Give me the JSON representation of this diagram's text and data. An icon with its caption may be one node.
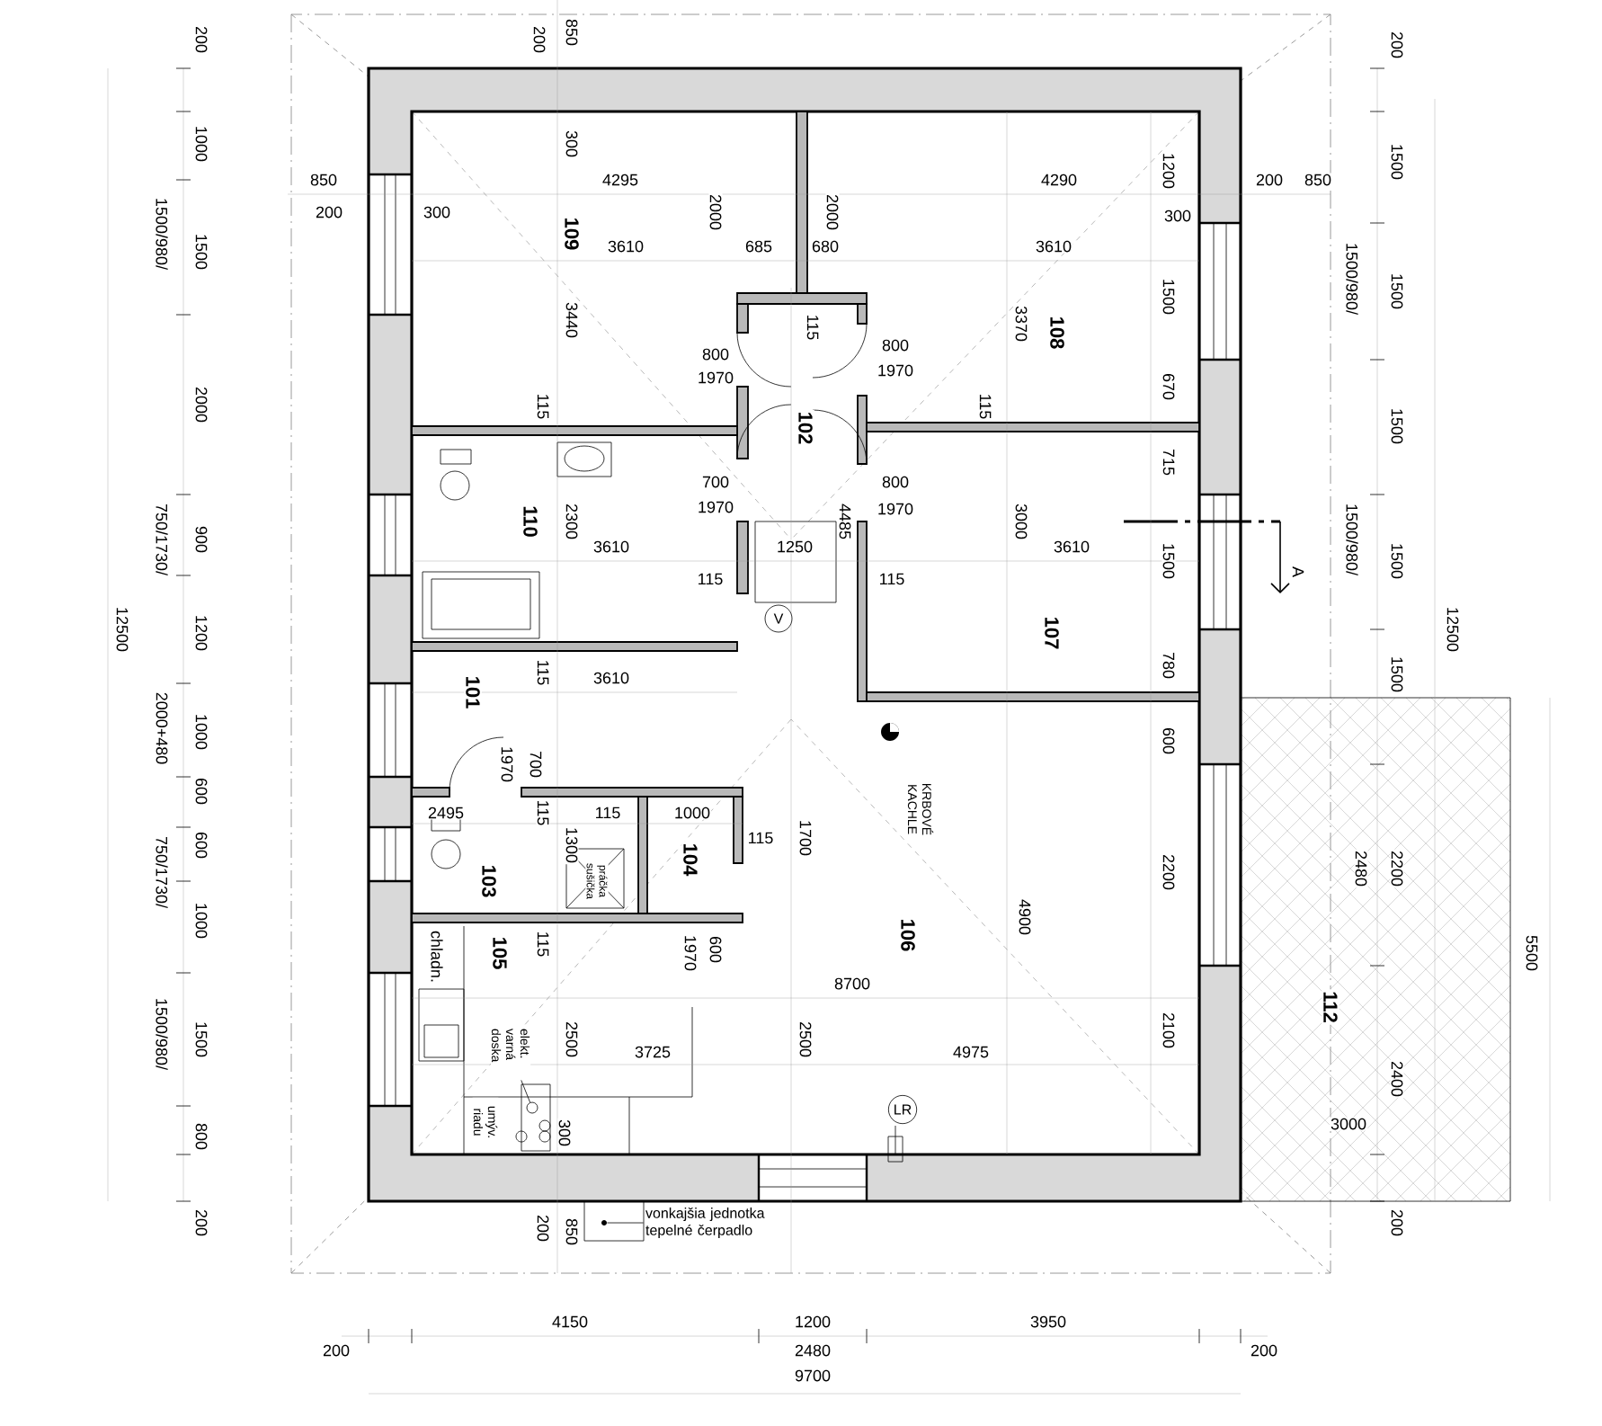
{
  "diagram": {
    "nodes": [
      {
        "text": [
          "109"
        ]
      },
      {
        "text": [
          "108"
        ]
      },
      {
        "text": [
          "102"
        ]
      },
      {
        "text": [
          "110"
        ]
      },
      {
        "text": [
          "107"
        ]
      },
      {
        "text": [
          "101"
        ]
      },
      {
        "text": [
          "103"
        ]
      },
      {
        "text": [
          "104"
        ]
      },
      {
        "text": [
          "105"
        ]
      },
      {
        "text": [
          "106"
        ]
      },
      {
        "text": [
          "112"
        ]
      },
      {
        "text": [
          "vonkajšia jednotka tepelné čerpadlo"
        ]
      },
      {
        "text": [],
        "shape": "circle"
      },
      {
        "text": [
          "elekt. varná doska"
        ]
      },
      {
        "text": [],
        "shape": "circle"
      },
      {
        "text": [
          "LR"
        ]
      },
      {
        "text": [
          "V"
        ]
      }
    ],
    "edges": [
      {
        "from": 11,
        "to": 12,
        "arrow": "none"
      },
      {
        "from": 13,
        "to": 14,
        "arrow": "none"
      }
    ],
    "labels": [
      "200",
      "850",
      "850",
      "200",
      "300",
      "300",
      "4295",
      "2000",
      "2000",
      "4290",
      "1200",
      "200",
      "850",
      "3610",
      "685",
      "680",
      "300",
      "3610",
      "3440",
      "115",
      "3370",
      "1500",
      "800",
      "1970",
      "800",
      "1970",
      "670",
      "115",
      "115",
      "715",
      "700",
      "1970",
      "800",
      "1970",
      "2300",
      "4485",
      "3000",
      "3610",
      "1250",
      "3610",
      "1500",
      "115",
      "115",
      "A",
      "115",
      "3610",
      "780",
      "600",
      "1970",
      "700",
      "KRBOVÉ KACHLE",
      "2495",
      "115",
      "115",
      "1300",
      "1000",
      "115",
      "1700",
      "práčka sušička",
      "2200",
      "2480",
      "4900",
      "115",
      "600",
      "1970",
      "chladn.",
      "8700",
      "2500",
      "3725",
      "2500",
      "4975",
      "2100",
      "umýv. riadu",
      "300",
      "3000",
      "200",
      "850",
      "200",
      "1500",
      "1500/980/",
      "1500",
      "1500",
      "1500/980/",
      "1500",
      "12500",
      "1500",
      "2200",
      "5500",
      "2400",
      "200",
      "200",
      "1000",
      "1500/980/",
      "1500",
      "2000",
      "750/1730/",
      "900",
      "12500",
      "1200",
      "2000+480",
      "1000",
      "600",
      "600",
      "750/1730/",
      "1000",
      "1500/980/",
      "1500",
      "800",
      "200",
      "4150",
      "1200",
      "3950",
      "200",
      "2480",
      "200",
      "9700"
    ]
  }
}
